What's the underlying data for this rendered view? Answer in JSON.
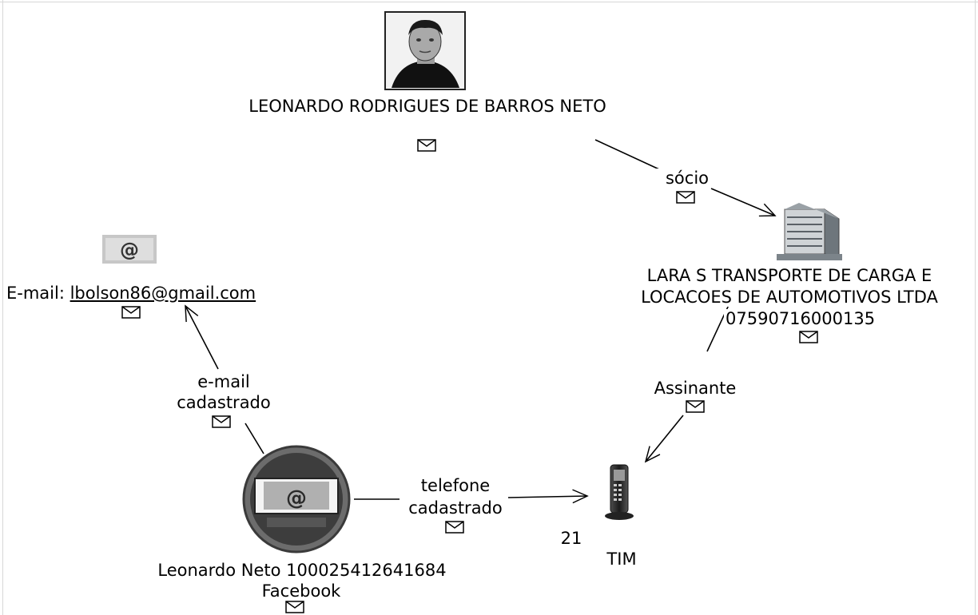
{
  "nodes": {
    "person": {
      "name": "LEONARDO RODRIGUES DE BARROS NETO",
      "icon": "person-photo-icon"
    },
    "company": {
      "name_line1": "LARA S TRANSPORTE DE CARGA E",
      "name_line2": "LOCACOES DE AUTOMOTIVOS LTDA",
      "cnpj": "07590716000135",
      "icon": "building-icon"
    },
    "email": {
      "prefix": "E-mail: ",
      "address": "lbolson86@gmail.com",
      "icon": "email-at-icon"
    },
    "facebook": {
      "name": "Leonardo Neto 100025412641684",
      "network": "Facebook",
      "icon": "facebook-profile-icon"
    },
    "phone": {
      "ddd": "21",
      "operator": "TIM",
      "icon": "mobile-phone-icon"
    }
  },
  "edges": {
    "socio": "sócio",
    "assinante": "Assinante",
    "email_cadastrado_line1": "e-mail",
    "email_cadastrado_line2": "cadastrado",
    "telefone_cadastrado_line1": "telefone",
    "telefone_cadastrado_line2": "cadastrado"
  },
  "colors": {
    "line": "#000000",
    "arrow": "#000000",
    "building": "#8e9aa3",
    "phone": "#2b2b2b"
  }
}
